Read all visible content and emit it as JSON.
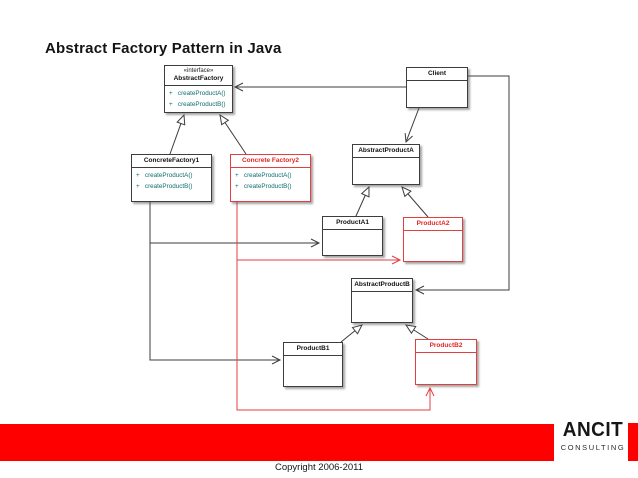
{
  "slide": {
    "title": "Abstract Factory Pattern in Java",
    "footer": {
      "copyright": "Copyright 2006-2011",
      "logo_text": "ANCIT",
      "logo_subtext": "CONSULTING"
    }
  },
  "colors": {
    "footer_red": "#fe0000",
    "diagram_red": "#e04040",
    "diagram_black": "#3d3d3d",
    "method_teal": "#0d6e6e"
  },
  "diagram": {
    "classes": [
      {
        "stereotype": "«interface»",
        "name": "AbstractFactory",
        "methods": [
          "+   createProductA()",
          "+   createProductB()"
        ]
      },
      {
        "name": "Client",
        "methods": []
      },
      {
        "name": "ConcreteFactory1",
        "methods": [
          "+   createProductA()",
          "+   createProductB()"
        ]
      },
      {
        "name": "Concrete Factory2",
        "methods": [
          "+   createProductA()",
          "+   createProductB()"
        ]
      },
      {
        "name": "AbstractProductA",
        "methods": []
      },
      {
        "name": "ProductA1",
        "methods": []
      },
      {
        "name": "ProductA2",
        "methods": []
      },
      {
        "name": "AbstractProductB",
        "methods": []
      },
      {
        "name": "ProductB1",
        "methods": []
      },
      {
        "name": "ProductB2",
        "methods": []
      }
    ],
    "relations": [
      {
        "from": "Client",
        "to": "AbstractFactory",
        "type": "dependency-arrow"
      },
      {
        "from": "Client",
        "to": "AbstractProductA",
        "type": "dependency-arrow"
      },
      {
        "from": "Client",
        "to": "AbstractProductB",
        "type": "dependency-arrow"
      },
      {
        "from": "ConcreteFactory1",
        "to": "AbstractFactory",
        "type": "generalization-triangle"
      },
      {
        "from": "Concrete Factory2",
        "to": "AbstractFactory",
        "type": "generalization-triangle"
      },
      {
        "from": "ProductA1",
        "to": "AbstractProductA",
        "type": "generalization-triangle"
      },
      {
        "from": "ProductA2",
        "to": "AbstractProductA",
        "type": "generalization-triangle"
      },
      {
        "from": "ProductB1",
        "to": "AbstractProductB",
        "type": "generalization-triangle"
      },
      {
        "from": "ProductB2",
        "to": "AbstractProductB",
        "type": "generalization-triangle"
      },
      {
        "from": "ConcreteFactory1",
        "to": "ProductA1",
        "type": "creates-arrow-black"
      },
      {
        "from": "ConcreteFactory1",
        "to": "ProductB1",
        "type": "creates-arrow-black"
      },
      {
        "from": "Concrete Factory2",
        "to": "ProductA2",
        "type": "creates-arrow-red"
      },
      {
        "from": "Concrete Factory2",
        "to": "ProductB2",
        "type": "creates-arrow-red"
      }
    ]
  }
}
